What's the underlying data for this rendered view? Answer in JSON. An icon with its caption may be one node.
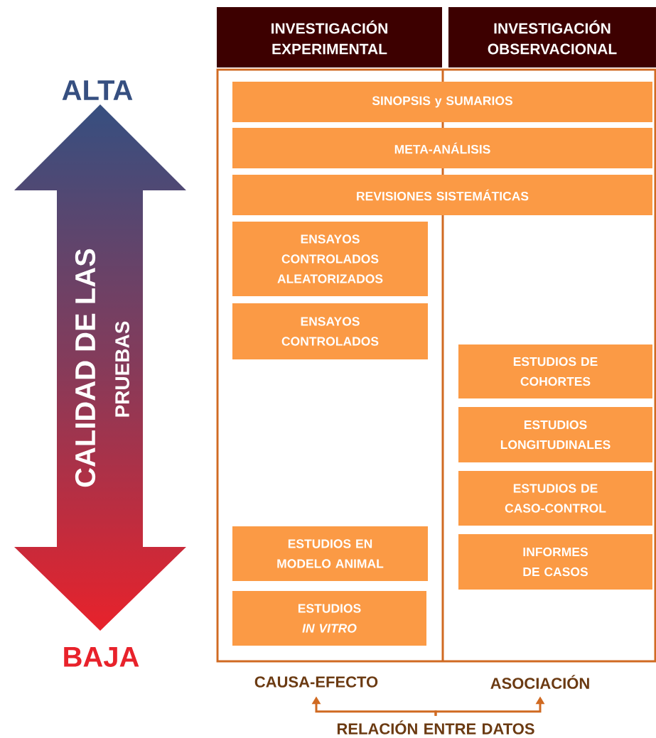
{
  "diagram": {
    "nodes": [
      {
        "text": [
          "INVESTIGACIÓN EXPERIMENTAL"
        ]
      },
      {
        "text": [
          "INVESTIGACIÓN OBSERVACIONAL"
        ]
      },
      {
        "text": [
          "SINOPSIS y SUMARIOS"
        ]
      },
      {
        "text": [
          "META-ANÁLISIS"
        ]
      },
      {
        "text": [
          "REVISIONES SISTEMÁTICAS"
        ]
      },
      {
        "text": [
          "ENSAYOS CONTROLADOS ALEATORIZADOS"
        ]
      },
      {
        "text": [
          "ENSAYOS CONTROLADOS"
        ]
      },
      {
        "text": [
          "ESTUDIOS EN MODELO ANIMAL"
        ]
      },
      {
        "text": [
          "ESTUDIOS *IN VITRO*"
        ]
      },
      {
        "text": [
          "ESTUDIOS DE COHORTES"
        ]
      },
      {
        "text": [
          "ESTUDIOS LONGITUDINALES"
        ]
      },
      {
        "text": [
          "ESTUDIOS DE CASO-CONTROL"
        ]
      },
      {
        "text": [
          "INFORMES DE CASOS"
        ]
      },
      {
        "text": [
          "CAUSA-EFECTO"
        ]
      },
      {
        "text": [
          "ASOCIACIÓN"
        ]
      },
      {
        "text": [
          "RELACIÓN ENTRE DATOS"
        ]
      }
    ],
    "edges": [
      {
        "from": 15,
        "to": 13,
        "arrow": "to"
      },
      {
        "from": 15,
        "to": 14,
        "arrow": "to"
      }
    ],
    "labels": [
      "ALTA",
      "CALIDAD DE LAS",
      "PRUEBAS",
      "BAJA"
    ]
  }
}
